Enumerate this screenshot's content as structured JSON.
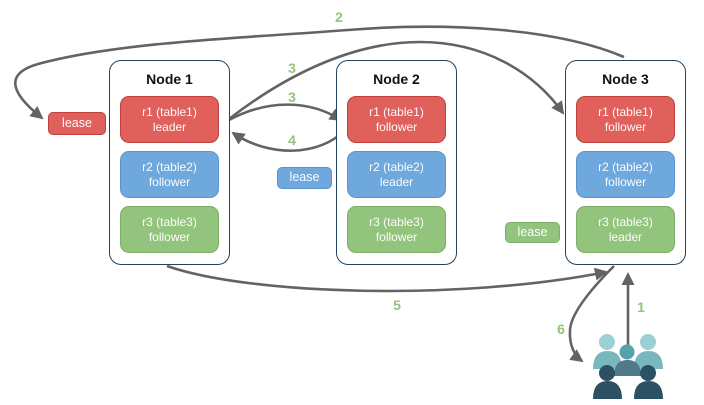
{
  "diagram": {
    "nodes": [
      {
        "title": "Node 1",
        "replicas": [
          {
            "name": "r1 (table1)",
            "role": "leader",
            "color": "red"
          },
          {
            "name": "r2 (table2)",
            "role": "follower",
            "color": "blue"
          },
          {
            "name": "r3 (table3)",
            "role": "follower",
            "color": "green"
          }
        ]
      },
      {
        "title": "Node 2",
        "replicas": [
          {
            "name": "r1 (table1)",
            "role": "follower",
            "color": "red"
          },
          {
            "name": "r2 (table2)",
            "role": "leader",
            "color": "blue"
          },
          {
            "name": "r3 (table3)",
            "role": "follower",
            "color": "green"
          }
        ]
      },
      {
        "title": "Node 3",
        "replicas": [
          {
            "name": "r1 (table1)",
            "role": "follower",
            "color": "red"
          },
          {
            "name": "r2 (table2)",
            "role": "follower",
            "color": "blue"
          },
          {
            "name": "r3 (table3)",
            "role": "leader",
            "color": "green"
          }
        ]
      }
    ],
    "leases": [
      {
        "label": "lease",
        "color": "red"
      },
      {
        "label": "lease",
        "color": "blue"
      },
      {
        "label": "lease",
        "color": "green"
      }
    ],
    "arrow_labels": {
      "step1": "1",
      "step2": "2",
      "step3_top": "3",
      "step3_mid": "3",
      "step4": "4",
      "step5": "5",
      "step6": "6"
    },
    "icons": {
      "users": "users-icon"
    },
    "colors": {
      "node_border": "#22435f",
      "replica_red": "#e0605c",
      "replica_red_border": "#c13f3c",
      "replica_blue": "#6fa8dc",
      "replica_blue_border": "#5b93cc",
      "replica_green": "#93c47d",
      "replica_green_border": "#7cae66",
      "arrow_gray": "#636363",
      "label_green": "#93c47d",
      "users_light_teal": "#9bd1d5",
      "users_mid_teal": "#79b7be",
      "users_slate": "#50798a",
      "users_dark_navy": "#2d5164"
    }
  }
}
